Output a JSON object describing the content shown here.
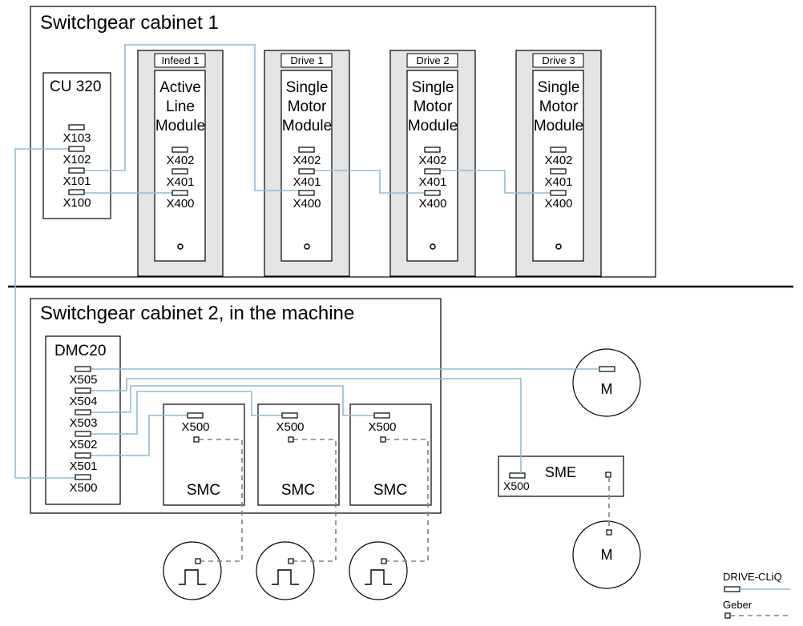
{
  "colors": {
    "drive_cliq": "#8fbcd4",
    "geber": "#808080",
    "module_frame": "#e3e4e6",
    "line": "#000000"
  },
  "cabinet1": {
    "title": "Switchgear cabinet 1",
    "cu": {
      "label": "CU 320",
      "ports": [
        "X103",
        "X102",
        "X101",
        "X100"
      ]
    },
    "modules": [
      {
        "header": "Infeed 1",
        "name": [
          "Active",
          "Line",
          "Module"
        ],
        "ports": [
          "X402",
          "X401",
          "X400"
        ]
      },
      {
        "header": "Drive 1",
        "name": [
          "Single",
          "Motor",
          "Module"
        ],
        "ports": [
          "X402",
          "X401",
          "X400"
        ]
      },
      {
        "header": "Drive 2",
        "name": [
          "Single",
          "Motor",
          "Module"
        ],
        "ports": [
          "X402",
          "X401",
          "X400"
        ]
      },
      {
        "header": "Drive 3",
        "name": [
          "Single",
          "Motor",
          "Module"
        ],
        "ports": [
          "X402",
          "X401",
          "X400"
        ]
      }
    ]
  },
  "cabinet2": {
    "title": "Switchgear cabinet 2, in the machine",
    "dmc": {
      "label": "DMC20",
      "ports": [
        "X505",
        "X504",
        "X503",
        "X502",
        "X501",
        "X500"
      ]
    },
    "smcs": [
      {
        "label": "SMC",
        "port": "X500"
      },
      {
        "label": "SMC",
        "port": "X500"
      },
      {
        "label": "SMC",
        "port": "X500"
      }
    ]
  },
  "sme": {
    "label": "SME",
    "port": "X500"
  },
  "motors": [
    {
      "label": "M"
    },
    {
      "label": "M"
    }
  ],
  "legend": {
    "drive_cliq": "DRIVE-CLiQ",
    "geber": "Geber"
  }
}
